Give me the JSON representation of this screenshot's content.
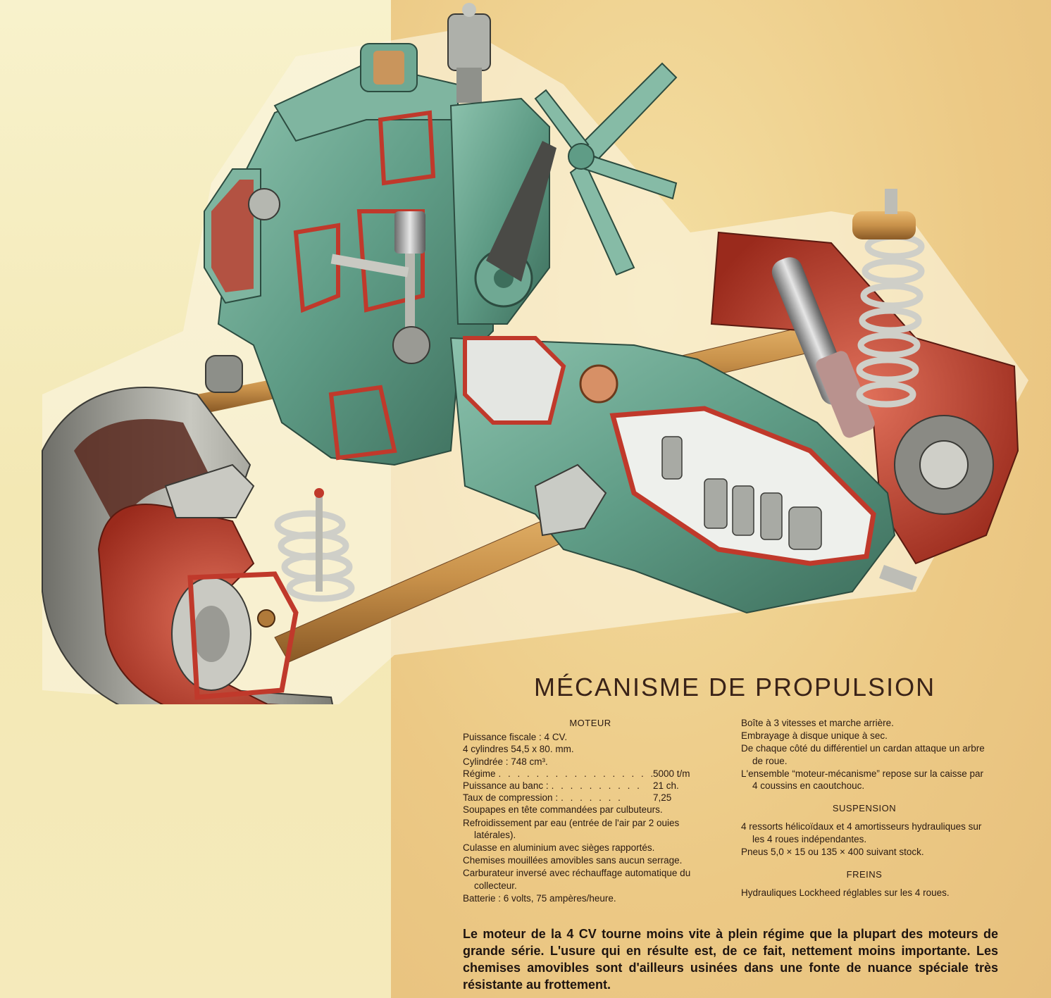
{
  "title": "MÉCANISME DE PROPULSION",
  "moteur": {
    "heading": "MOTEUR",
    "lines": [
      "Puissance fiscale : 4 CV.",
      "4 cylindres 54,5 x 80. mm.",
      "Cylindrée : 748 cm³."
    ],
    "specs": [
      {
        "label": "Régime",
        "value": "5000 t/m"
      },
      {
        "label": "Puissance au banc :",
        "value": "21 ch."
      },
      {
        "label": "Taux de compression :",
        "value": "7,25"
      }
    ],
    "items": [
      "Soupapes en tête commandées par culbuteurs.",
      "Refroidissement par eau (entrée de l'air par 2 ouies latérales).",
      "Culasse en aluminium avec sièges rapportés.",
      "Chemises mouillées amovibles sans aucun serrage.",
      "Carburateur inversé avec réchauffage automatique du collecteur.",
      "Batterie : 6 volts, 75 ampères/heure."
    ]
  },
  "transmission": {
    "items": [
      "Boîte à 3 vitesses et marche arrière.",
      "Embrayage à disque unique à sec.",
      "De chaque côté du différentiel un cardan attaque un arbre de roue.",
      "L'ensemble “moteur-mécanisme” repose sur la caisse par 4 coussins en caoutchouc."
    ]
  },
  "suspension": {
    "heading": "SUSPENSION",
    "items": [
      "4 ressorts hélicoïdaux et 4 amortisseurs hydrauliques sur les 4 roues indépendantes.",
      "Pneus 5,0 × 15 ou 135 × 400 suivant stock."
    ]
  },
  "freins": {
    "heading": "FREINS",
    "items": [
      "Hydrauliques Lockheed réglables sur les 4 roues."
    ]
  },
  "lead": "Le moteur de la 4 CV tourne moins vite à plein régime que la plupart des moteurs de grande série. L'usure qui en résulte est, de ce fait, nettement moins importante. Les chemises amovibles sont d'ailleurs usinées dans une fonte de nuance spéciale très résistante au frottement.",
  "colors": {
    "engine_green": "#5f9c86",
    "cutaway_red": "#c0392b",
    "brass_axle": "#c8914a",
    "tire_grey": "#9a9a92"
  }
}
